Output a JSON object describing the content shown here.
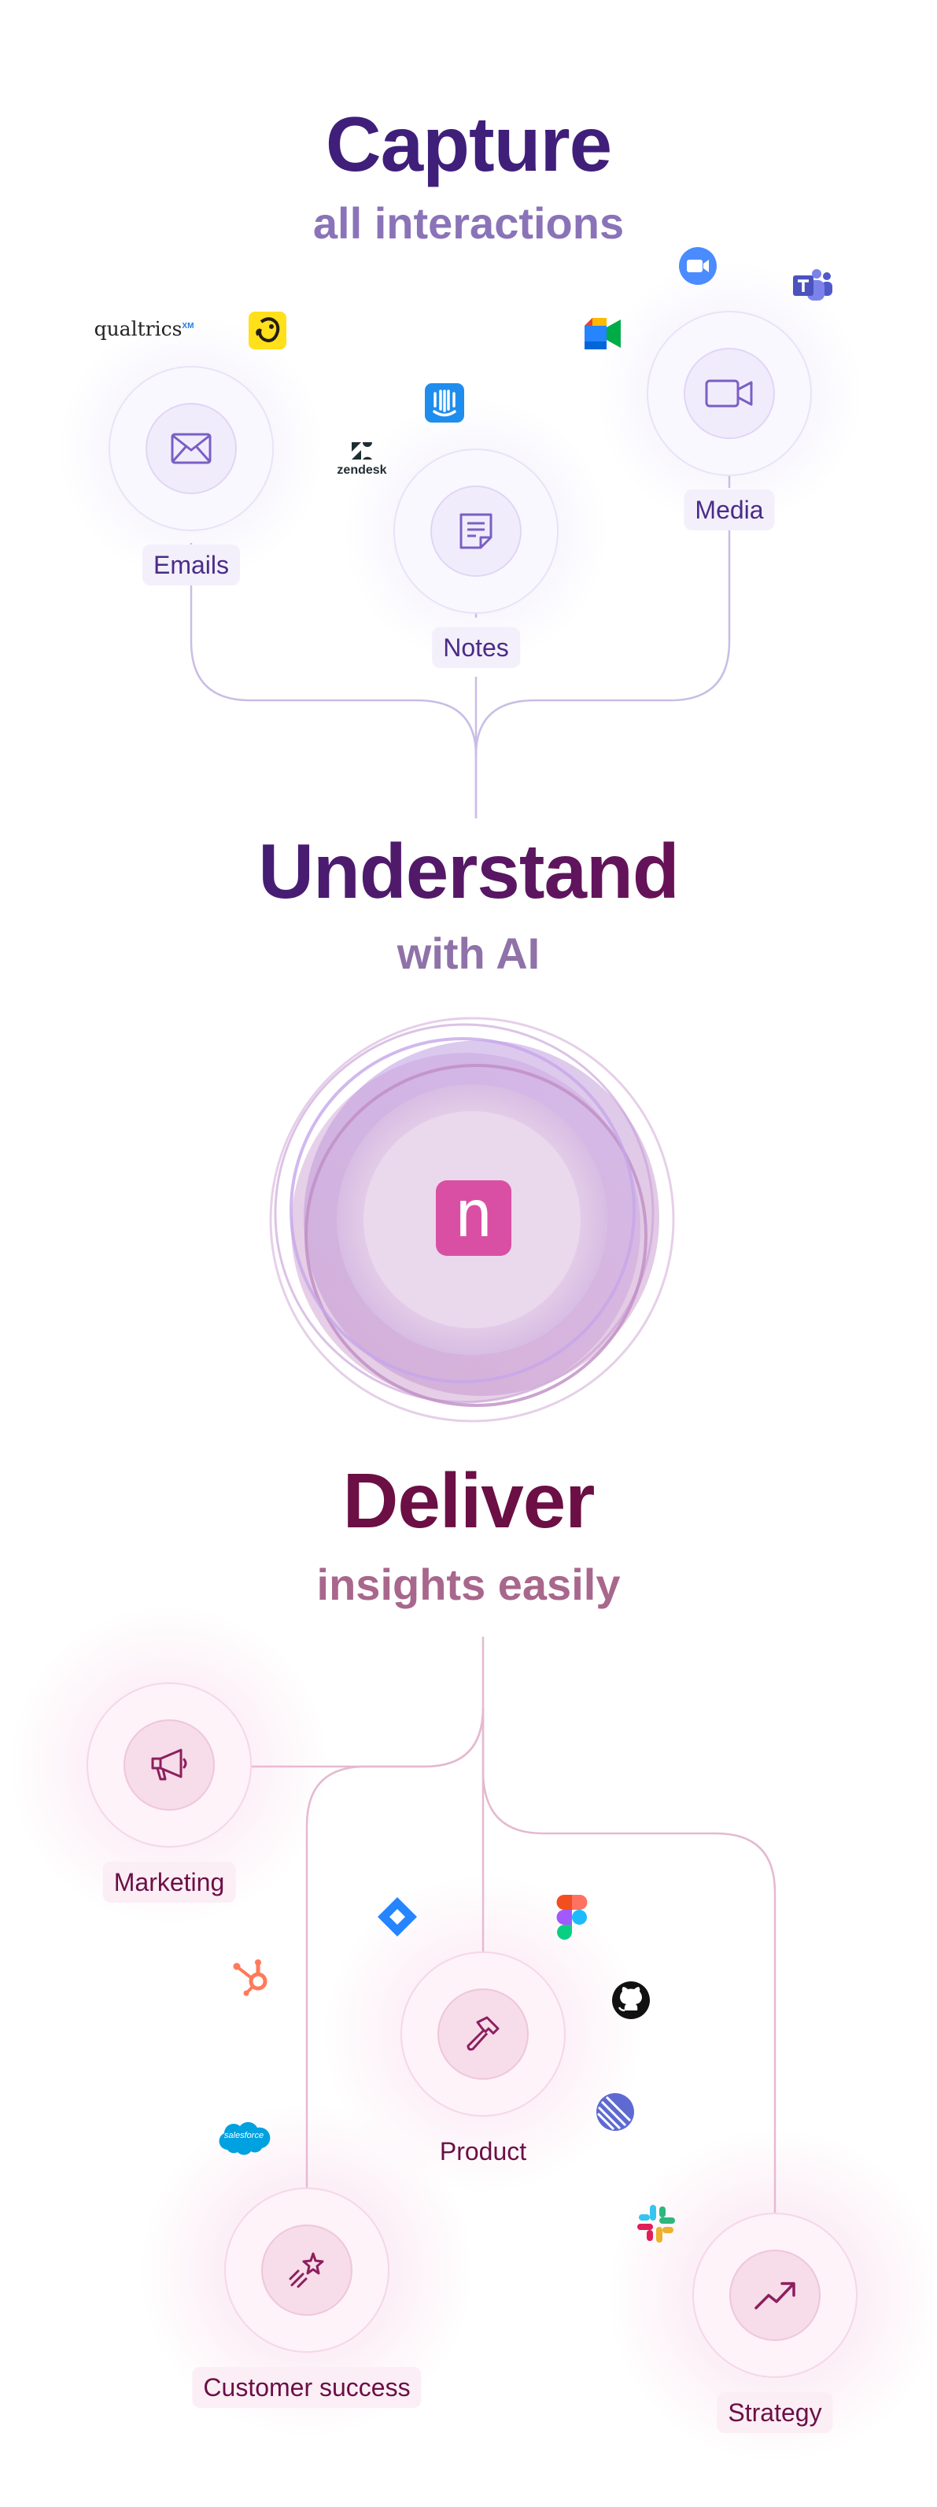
{
  "capture": {
    "title": "Capture",
    "subtitle": "all interactions",
    "nodes": [
      {
        "label": "Emails",
        "icon": "envelope-icon"
      },
      {
        "label": "Notes",
        "icon": "note-icon"
      },
      {
        "label": "Media",
        "icon": "video-camera-icon"
      }
    ],
    "sources": [
      {
        "name": "qualtrics",
        "text": "qualtrics",
        "suffix": "XM"
      },
      {
        "name": "mailchimp-icon"
      },
      {
        "name": "zendesk",
        "text": "zendesk"
      },
      {
        "name": "intercom-icon"
      },
      {
        "name": "google-meet-icon"
      },
      {
        "name": "zoom-icon"
      },
      {
        "name": "microsoft-teams-icon"
      }
    ]
  },
  "understand": {
    "title": "Understand",
    "subtitle": "with AI",
    "logo_letter": "n",
    "logo_color": "#d94fa3"
  },
  "deliver": {
    "title": "Deliver",
    "subtitle": "insights easily",
    "nodes": [
      {
        "label": "Marketing",
        "icon": "megaphone-icon"
      },
      {
        "label": "Product",
        "icon": "hammer-icon"
      },
      {
        "label": "Customer success",
        "icon": "sparkle-star-icon"
      },
      {
        "label": "Strategy",
        "icon": "trend-up-icon"
      }
    ],
    "tools": [
      {
        "name": "hubspot-icon"
      },
      {
        "name": "jira-icon"
      },
      {
        "name": "figma-icon"
      },
      {
        "name": "github-icon"
      },
      {
        "name": "linear-icon"
      },
      {
        "name": "salesforce",
        "text": "salesforce"
      },
      {
        "name": "slack-icon"
      }
    ]
  },
  "colors": {
    "purple_heading": "#3f1f7a",
    "purple_sub": "#8a73b8",
    "understand_gradient_start": "#3f1f7a",
    "understand_gradient_end": "#6e1050",
    "pink_heading": "#6b0f45",
    "pink_sub": "#a8678c",
    "purple_line": "#c7b9e6",
    "pink_line": "#e3b3cc"
  }
}
